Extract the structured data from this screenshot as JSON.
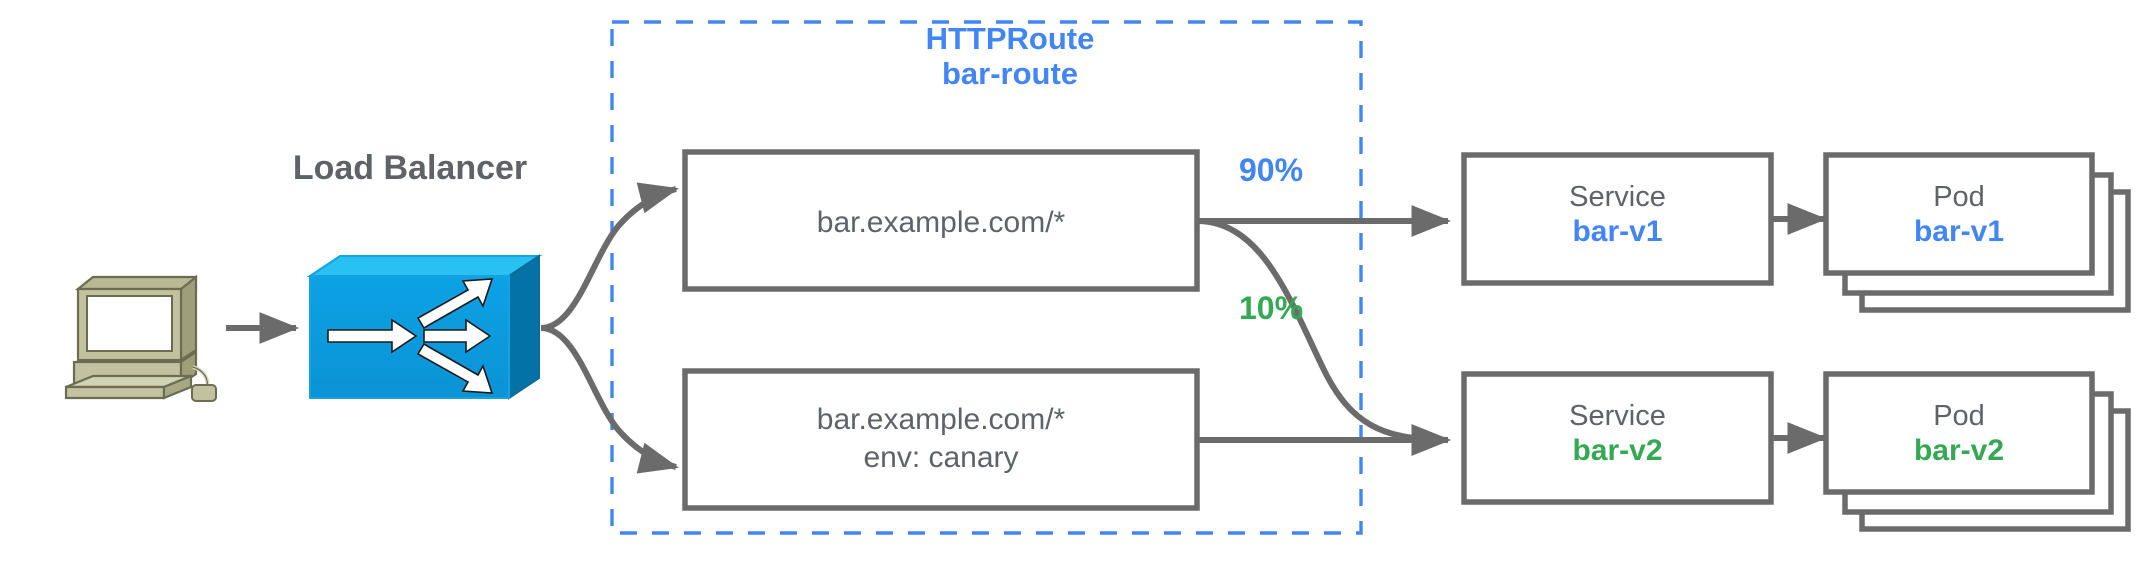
{
  "diagram": {
    "title": "Gateway API HTTPRoute canary traffic split",
    "colors": {
      "blue": "#4285f4",
      "green": "#34a853",
      "gray": "#5f6368",
      "stroke": "#6b6b6b",
      "lb_blue": "#0b9de0",
      "client_khaki": "#b4b48a"
    }
  },
  "client": {
    "icon": "computer-workstation-icon"
  },
  "load_balancer": {
    "label": "Load Balancer",
    "icon": "load-balancer-fanout-icon"
  },
  "httproute": {
    "kind_label": "HTTPRoute",
    "name_label": "bar-route",
    "border_style": "dashed",
    "rules": [
      {
        "id": "rule-default",
        "lines": [
          "bar.example.com/*"
        ]
      },
      {
        "id": "rule-canary",
        "lines": [
          "bar.example.com/*",
          "env: canary"
        ]
      }
    ]
  },
  "weights": [
    {
      "id": "weight-90",
      "label": "90%",
      "color": "#4285f4"
    },
    {
      "id": "weight-10",
      "label": "10%",
      "color": "#34a853"
    }
  ],
  "backends": [
    {
      "id": "backend-v1",
      "service": {
        "kind": "Service",
        "name": "bar-v1",
        "color": "#4285f4"
      },
      "pods": {
        "kind": "Pod",
        "name": "bar-v1",
        "color": "#4285f4",
        "replicas": 3
      }
    },
    {
      "id": "backend-v2",
      "service": {
        "kind": "Service",
        "name": "bar-v2",
        "color": "#34a853"
      },
      "pods": {
        "kind": "Pod",
        "name": "bar-v2",
        "color": "#34a853",
        "replicas": 3
      }
    }
  ]
}
